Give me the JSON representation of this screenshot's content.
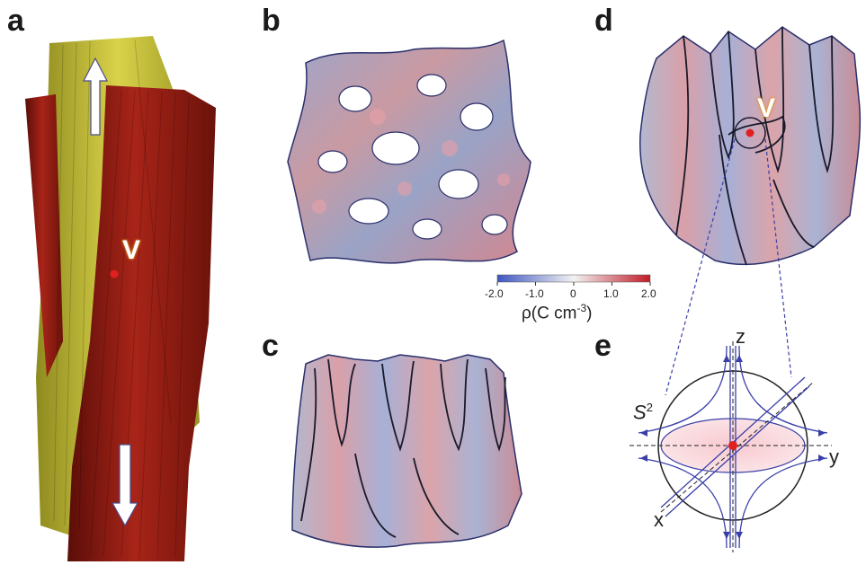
{
  "panels": {
    "a": "a",
    "b": "b",
    "c": "c",
    "d": "d",
    "e": "e"
  },
  "vortex_label": "V",
  "colorbar": {
    "ticks": [
      "-2.0",
      "-1.0",
      "0",
      "1.0",
      "2.0"
    ],
    "label": "ρ(C cm",
    "label_sup": "-3",
    "label_close": ")",
    "colors": {
      "negative": "#3f56c0",
      "zero": "#f2f2f2",
      "positive": "#c01c28"
    }
  },
  "sphere": {
    "label": "S",
    "label_sup": "2",
    "axes": {
      "x": "x",
      "y": "y",
      "z": "z"
    }
  },
  "colors": {
    "yellow_bundle": "#c9c236",
    "red_bundle": "#8f1a12",
    "surface_grey": "#8a8f9c",
    "surface_blue": "#9aa6d0",
    "surface_red": "#d98a8f",
    "vortex_dot": "#e02020",
    "flow_line": "#3a3fa8"
  }
}
